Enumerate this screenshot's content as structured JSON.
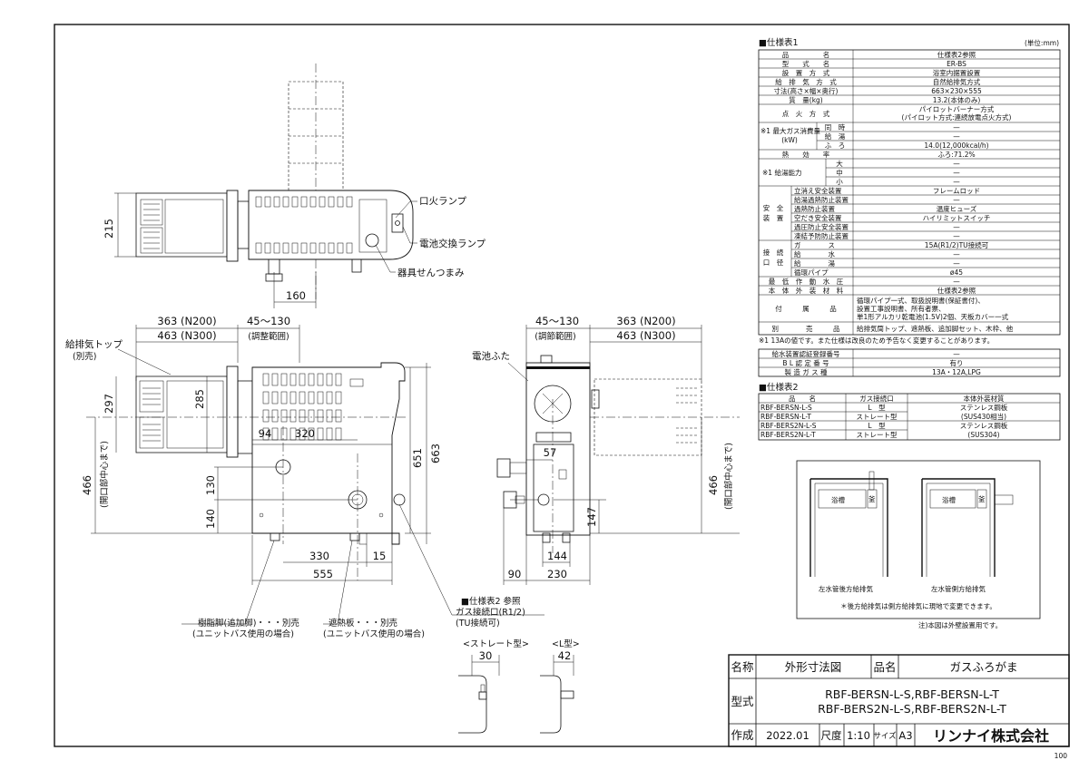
{
  "corner_page": "100",
  "spec1": {
    "title": "■仕様表1",
    "unit": "(単位:mm)",
    "rows": [
      {
        "label": "品　　　　　名",
        "value": "仕様表2参照"
      },
      {
        "label": "型　　式　　名",
        "value": "ER-BS"
      },
      {
        "label": "設　置　方　式",
        "value": "浴室内据置設置"
      },
      {
        "label": "給　排　気　方　式",
        "value": "自然給排気方式"
      },
      {
        "label": "寸法(高さ×幅×奥行)",
        "value": "663×230×555"
      },
      {
        "label": "質　量(kg)",
        "value": "13.2(本体のみ)"
      }
    ],
    "ignition": {
      "label": "点　火　方　式",
      "line1": "パイロットバーナー方式",
      "line2": "(パイロット方式:連続放電点火方式)"
    },
    "gas": {
      "label": "※1 最大ガス消費量",
      "unit": "(kW)",
      "subs": [
        "同　時",
        "給　湯",
        "ふ　ろ"
      ],
      "values": [
        "—",
        "—",
        "14.0(12,000kcal/h)"
      ]
    },
    "efficiency": {
      "label": "熱　　効　　率",
      "value": "ふろ:71.2%"
    },
    "supply": {
      "label": "※1 給湯能力",
      "subs": [
        "大",
        "中",
        "小"
      ],
      "values": [
        "—",
        "—",
        "—"
      ]
    },
    "safety": {
      "label1": "安　全",
      "label2": "装　置",
      "items": [
        {
          "name": "立消え安全装置",
          "value": "フレームロッド"
        },
        {
          "name": "給湯過熱防止装置",
          "value": "—"
        },
        {
          "name": "過熱防止装置",
          "value": "温度ヒューズ"
        },
        {
          "name": "空だき安全装置",
          "value": "ハイリミットスイッチ"
        },
        {
          "name": "過圧防止安全装置",
          "value": "—"
        },
        {
          "name": "凍結予防防止装置",
          "value": "—"
        }
      ]
    },
    "connection": {
      "label1": "接　続",
      "label2": "口　径",
      "items": [
        {
          "name": "ガ　　　　ス",
          "value": "15A(R1/2)TU接続可"
        },
        {
          "name": "給　　　　水",
          "value": "—"
        },
        {
          "name": "給　　　　湯",
          "value": "—"
        },
        {
          "name": "循環パイプ",
          "value": "ø45"
        }
      ]
    },
    "pressure": {
      "label": "最　低　作　動　水　圧",
      "value": "—"
    },
    "material": {
      "label": "本　体　外　装　材　料",
      "value": "仕様表2参照"
    },
    "accessories": {
      "label": "付　　　属　　　品",
      "lines": [
        "循環パイプ一式、取扱説明書(保証書付)、",
        "設置工事説明書、所有者票、",
        "単1形アルカリ乾電池(1.5V)2個、天板カバー一式"
      ]
    },
    "sold": {
      "label": "別　　　　売　　　品",
      "value": "給排気筒トップ、遮熱板、追加脚セット、木枠、他"
    },
    "note": "※1 13Aの値です。また仕様は改良のため予告なく変更することがあります。"
  },
  "cert": {
    "rows": [
      {
        "label": "給水装置認証登録番号",
        "value": "—"
      },
      {
        "label": "B L 認 定 番 号",
        "value": "有り"
      },
      {
        "label": "製 造 ガ ス 種",
        "value": "13A・12A,LPG"
      }
    ]
  },
  "spec2": {
    "title": "■仕様表2",
    "headers": [
      "品　　名",
      "ガス接続口",
      "本体外装材質"
    ],
    "rows": [
      {
        "name": "RBF-BERSN-L-S",
        "conn": "L　型"
      },
      {
        "name": "RBF-BERSN-L-T",
        "conn": "ストレート型"
      },
      {
        "name": "RBF-BERS2N-L-S",
        "conn": "L　型"
      },
      {
        "name": "RBF-BERS2N-L-T",
        "conn": "ストレート型"
      }
    ],
    "material1a": "ステンレス鋼板",
    "material1b": "(SUS430相当)",
    "material2a": "ステンレス鋼板",
    "material2b": "(SUS304)"
  },
  "install": {
    "left_caption": "左水管後方給排気",
    "right_caption": "左水管側方給排気",
    "tub": "浴槽",
    "kama": "釜",
    "note": "＊後方給排気は側方給排気に現地で変更できます。"
  },
  "fig_note": "注)本図は外壁設置用です。",
  "top_view": {
    "dim_215": "215",
    "dim_160": "160",
    "label_pilot": "口火ランプ",
    "label_battery_lamp": "電池交換ランプ",
    "label_knob": "器具せんつまみ"
  },
  "front_view": {
    "d363": "363 (N200)",
    "d463": "463 (N300)",
    "d45_130": "45～130",
    "adj": "(調整範囲)",
    "top_label": "給排気トップ",
    "top_sold": "(別売)",
    "d297": "297",
    "d285": "285",
    "d94": "94",
    "d320": "320",
    "d466": "466",
    "open_center": "(開口部中心まで)",
    "d130": "130",
    "d140": "140",
    "d651": "651",
    "d663": "663",
    "d330": "330",
    "d15": "15",
    "d555": "555"
  },
  "side_view": {
    "d45_130": "45～130",
    "adj": "(調節範囲)",
    "d363": "363 (N200)",
    "d463": "463 (N300)",
    "battery_cover": "電池ふた",
    "d57": "57",
    "d466": "466",
    "open_center": "(開口部中心まで)",
    "d147": "147",
    "d144": "144",
    "d90": "90",
    "d230": "230"
  },
  "callouts": {
    "foot1": "樹脂脚(追加脚)・・・別売",
    "foot2": "(ユニットバス使用の場合)",
    "shield1": "遮熱板・・・別売",
    "shield2": "(ユニットバス使用の場合)",
    "spec_ref": "■仕様表2 参照",
    "gas_conn": "ガス接続口(R1/2)",
    "tu": "(TU接続可)"
  },
  "detail": {
    "straight": "<ストレート型>",
    "lshape": "<L型>",
    "d30": "30",
    "d42": "42"
  },
  "title_block": {
    "name_label": "名称",
    "name_value": "外形寸法図",
    "product_label": "品名",
    "product_value": "ガスふろがま",
    "model_label": "型式",
    "model_line1": "RBF-BERSN-L-S,RBF-BERSN-L-T",
    "model_line2": "RBF-BERS2N-L-S,RBF-BERS2N-L-T",
    "date_label": "作成",
    "date_value": "2022.01",
    "scale_label": "尺度",
    "scale_value": "1:10",
    "size_label": "サイズ",
    "size_value": "A3",
    "company": "リンナイ株式会社"
  }
}
